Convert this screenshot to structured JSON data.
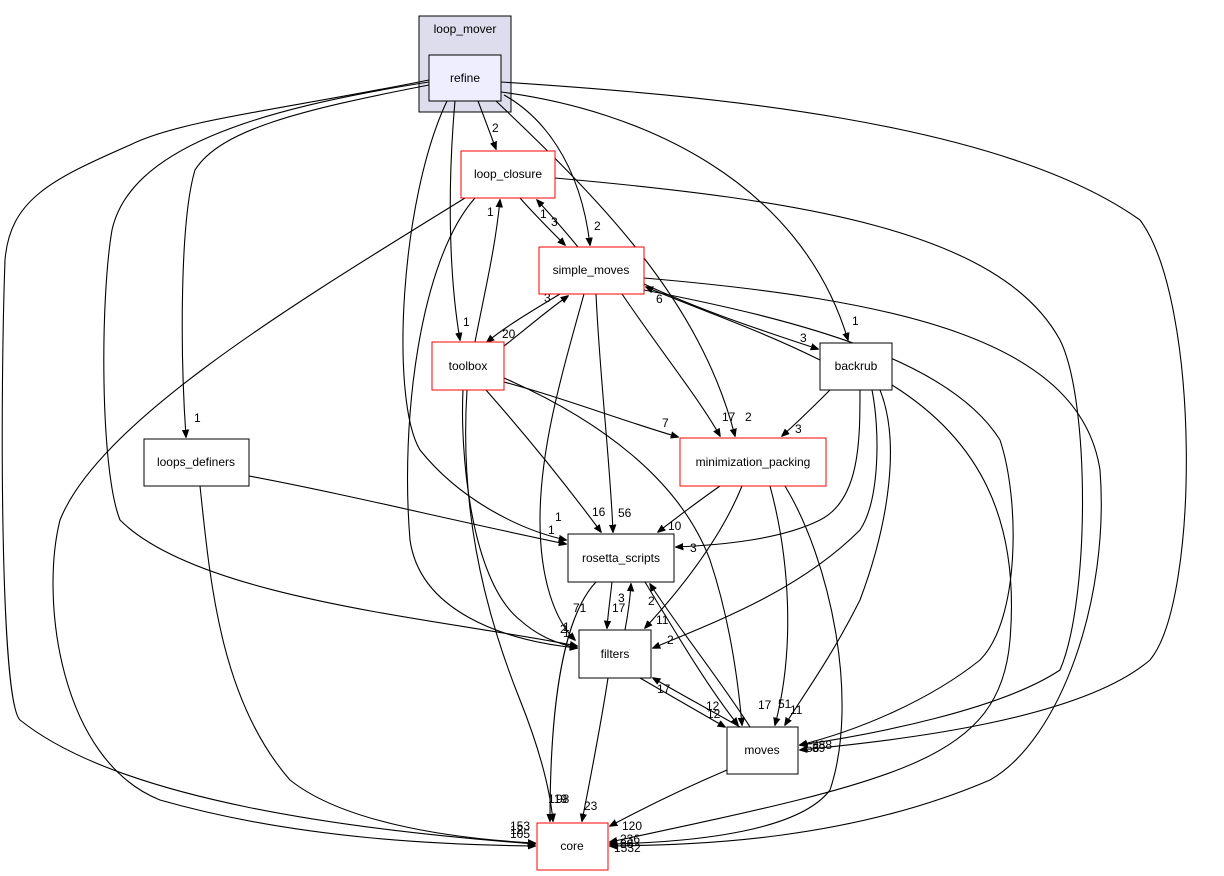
{
  "diagram": {
    "type": "directory-dependency-graph",
    "cluster": {
      "id": "loop_mover",
      "label": "loop_mover"
    },
    "nodes": [
      {
        "id": "refine",
        "label": "refine",
        "style": "focus"
      },
      {
        "id": "loop_closure",
        "label": "loop_closure",
        "style": "red"
      },
      {
        "id": "simple_moves",
        "label": "simple_moves",
        "style": "red"
      },
      {
        "id": "toolbox",
        "label": "toolbox",
        "style": "red"
      },
      {
        "id": "backrub",
        "label": "backrub",
        "style": "plain"
      },
      {
        "id": "loops_definers",
        "label": "loops_definers",
        "style": "plain"
      },
      {
        "id": "minimization_packing",
        "label": "minimization_packing",
        "style": "red"
      },
      {
        "id": "rosetta_scripts",
        "label": "rosetta_scripts",
        "style": "plain"
      },
      {
        "id": "filters",
        "label": "filters",
        "style": "plain"
      },
      {
        "id": "moves",
        "label": "moves",
        "style": "plain"
      },
      {
        "id": "core",
        "label": "core",
        "style": "red"
      }
    ],
    "edges": [
      {
        "from": "refine",
        "to": "loop_closure",
        "label": "2"
      },
      {
        "from": "refine",
        "to": "simple_moves",
        "label": "2"
      },
      {
        "from": "refine",
        "to": "toolbox",
        "label": "1"
      },
      {
        "from": "refine",
        "to": "backrub",
        "label": "1"
      },
      {
        "from": "refine",
        "to": "loops_definers",
        "label": "1"
      },
      {
        "from": "refine",
        "to": "minimization_packing",
        "label": "2"
      },
      {
        "from": "refine",
        "to": "rosetta_scripts",
        "label": "1"
      },
      {
        "from": "refine",
        "to": "filters",
        "label": "1"
      },
      {
        "from": "refine",
        "to": "moves",
        "label": "56"
      },
      {
        "from": "refine",
        "to": "core",
        "label": "153"
      },
      {
        "from": "loop_closure",
        "to": "simple_moves",
        "label": "3"
      },
      {
        "from": "loop_closure",
        "to": "filters",
        "label": "2"
      },
      {
        "from": "loop_closure",
        "to": "moves",
        "label": "39"
      },
      {
        "from": "loop_closure",
        "to": "core",
        "label": "105"
      },
      {
        "from": "simple_moves",
        "to": "loop_closure",
        "label": "1"
      },
      {
        "from": "simple_moves",
        "to": "toolbox",
        "label": "20"
      },
      {
        "from": "simple_moves",
        "to": "backrub",
        "label": "3"
      },
      {
        "from": "simple_moves",
        "to": "minimization_packing",
        "label": "17"
      },
      {
        "from": "simple_moves",
        "to": "rosetta_scripts",
        "label": "56"
      },
      {
        "from": "simple_moves",
        "to": "filters",
        "label": "71"
      },
      {
        "from": "simple_moves",
        "to": "moves",
        "label": "388"
      },
      {
        "from": "simple_moves",
        "to": "core",
        "label": "1532"
      },
      {
        "from": "toolbox",
        "to": "loop_closure",
        "label": "1"
      },
      {
        "from": "toolbox",
        "to": "simple_moves",
        "label": "3"
      },
      {
        "from": "toolbox",
        "to": "minimization_packing",
        "label": "7"
      },
      {
        "from": "toolbox",
        "to": "rosetta_scripts",
        "label": "16"
      },
      {
        "from": "toolbox",
        "to": "filters",
        "label": "1"
      },
      {
        "from": "toolbox",
        "to": "moves",
        "label": "17"
      },
      {
        "from": "toolbox",
        "to": "core",
        "label": "119"
      },
      {
        "from": "backrub",
        "to": "simple_moves",
        "label": "6"
      },
      {
        "from": "backrub",
        "to": "minimization_packing",
        "label": "3"
      },
      {
        "from": "backrub",
        "to": "rosetta_scripts",
        "label": "3"
      },
      {
        "from": "backrub",
        "to": "filters",
        "label": "2"
      },
      {
        "from": "backrub",
        "to": "moves",
        "label": "11"
      },
      {
        "from": "backrub",
        "to": "core",
        "label": "80"
      },
      {
        "from": "loops_definers",
        "to": "rosetta_scripts",
        "label": "1"
      },
      {
        "from": "loops_definers",
        "to": "core",
        "label": "12"
      },
      {
        "from": "minimization_packing",
        "to": "rosetta_scripts",
        "label": "10"
      },
      {
        "from": "minimization_packing",
        "to": "filters",
        "label": "11"
      },
      {
        "from": "minimization_packing",
        "to": "moves",
        "label": "51"
      },
      {
        "from": "minimization_packing",
        "to": "core",
        "label": "236"
      },
      {
        "from": "rosetta_scripts",
        "to": "filters",
        "label": "17"
      },
      {
        "from": "rosetta_scripts",
        "to": "moves",
        "label": "12"
      },
      {
        "from": "rosetta_scripts",
        "to": "core",
        "label": "98"
      },
      {
        "from": "filters",
        "to": "rosetta_scripts",
        "label": "3"
      },
      {
        "from": "filters",
        "to": "moves",
        "label": "12"
      },
      {
        "from": "filters",
        "to": "core",
        "label": "23"
      },
      {
        "from": "moves",
        "to": "filters",
        "label": "17"
      },
      {
        "from": "moves",
        "to": "rosetta_scripts",
        "label": "2"
      },
      {
        "from": "moves",
        "to": "core",
        "label": "120"
      }
    ]
  }
}
